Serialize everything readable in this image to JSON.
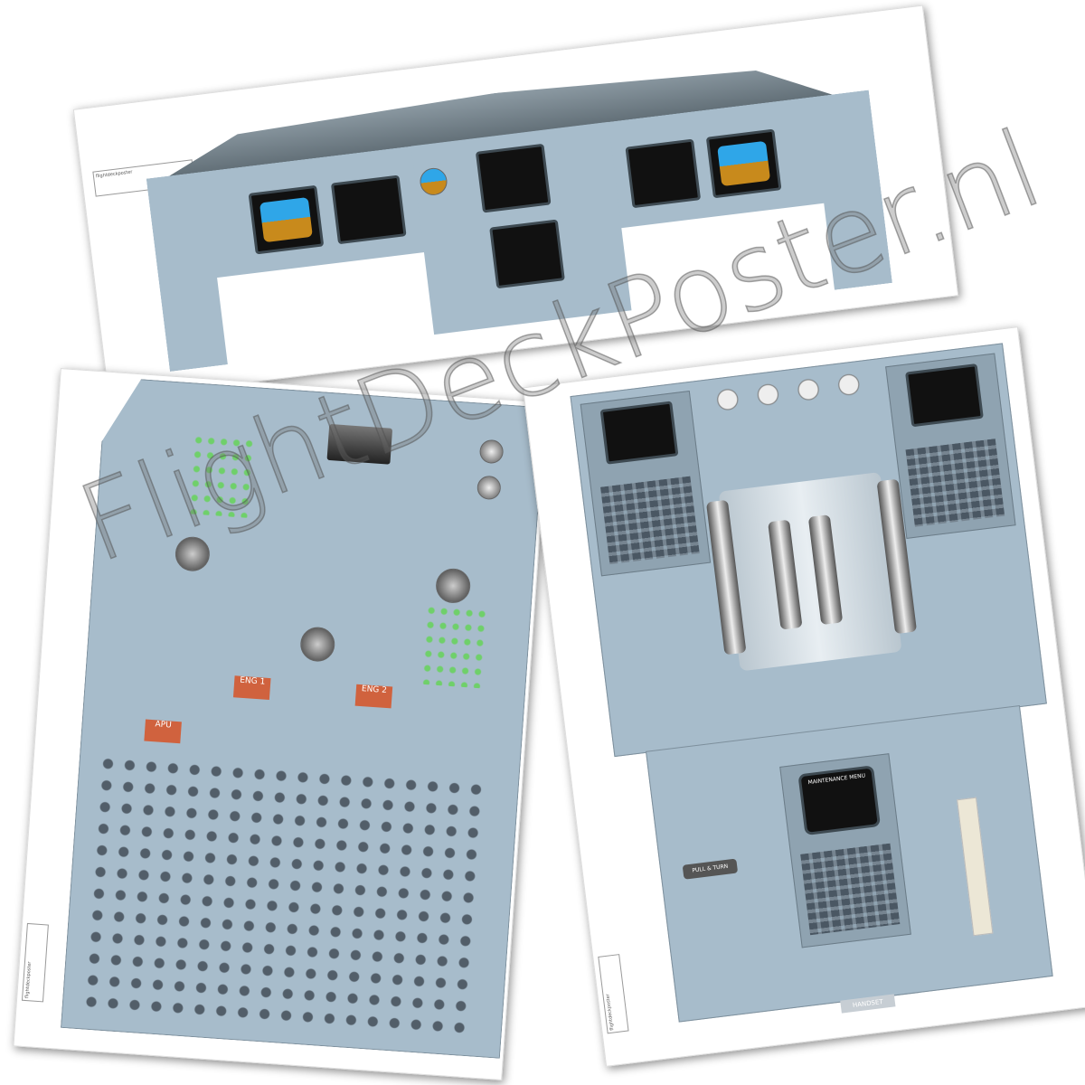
{
  "watermark": "FlightDeckPoster.nl",
  "posters": [
    {
      "id": "main-instrument-panel",
      "brand": "flightdeckposter"
    },
    {
      "id": "overhead-panel",
      "labels": [
        "APU",
        "ENG 1",
        "ENG 2"
      ],
      "brand": "flightdeckposter"
    },
    {
      "id": "pedestal",
      "labels": [
        "PULL & TURN",
        "MAINTENANCE MENU",
        "HANDSET"
      ],
      "brand": "flightdeckposter"
    }
  ],
  "colors": {
    "panel": "#a7bccb",
    "sky": "#2fa6e8",
    "ground": "#c88a1c",
    "display": "#111111",
    "button_red": "#d0623e",
    "light_green": "#6fd06a"
  }
}
